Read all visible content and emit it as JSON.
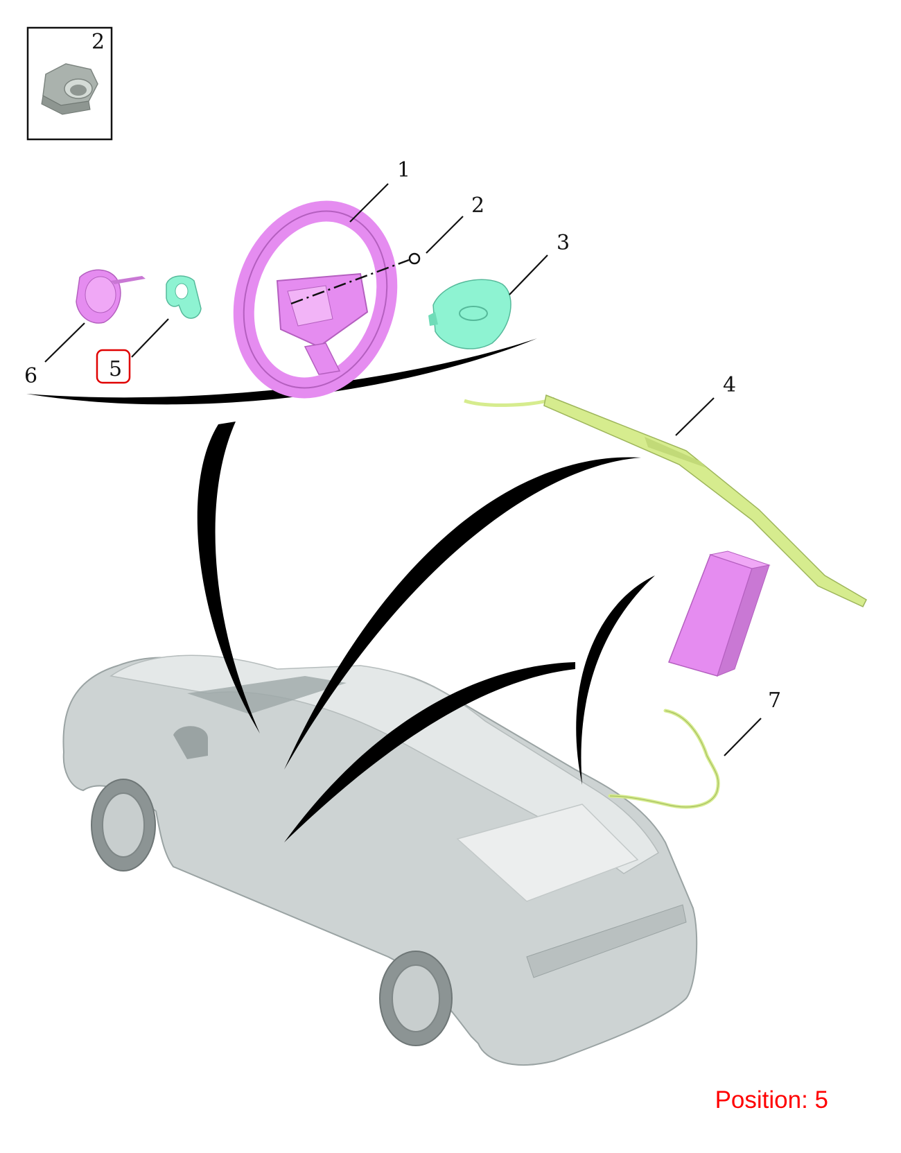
{
  "inset": {
    "callout": "2"
  },
  "callouts": {
    "steering_wheel": "1",
    "nut": "2",
    "driver_airbag": "3",
    "curtain_airbag": "4",
    "clock_spring_cover": "5",
    "clock_spring": "6",
    "harness": "7"
  },
  "highlight": {
    "callout": "5",
    "color": "#e00000"
  },
  "colors": {
    "pink_parts": "#e58cf0",
    "teal_parts": "#8ef3d2",
    "green_parts": "#d6ec8e",
    "car_body": "#c9cfcf",
    "nut": "#a5ada8"
  },
  "position_label": "Position: 5"
}
